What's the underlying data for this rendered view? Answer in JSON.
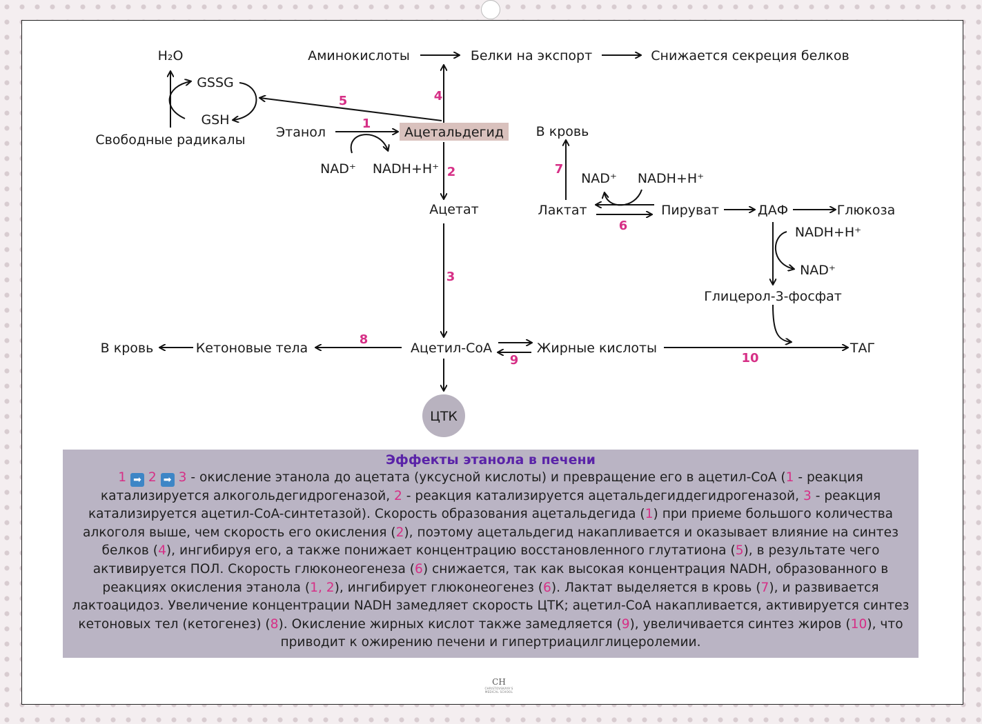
{
  "nodes": {
    "h2o": "H₂O",
    "gssg": "GSSG",
    "gsh": "GSH",
    "free_radicals": "Свободные радикалы",
    "ethanol": "Этанол",
    "acetaldehyde": "Ацетальдегид",
    "nad_1": "NAD⁺",
    "nadh_1": "NADH+H⁺",
    "amino_acids": "Аминокислоты",
    "export_proteins": "Белки на экспорт",
    "protein_secretion": "Снижается секреция белков",
    "acetate": "Ацетат",
    "to_blood_lactate": "В кровь",
    "nad_2": "NAD⁺",
    "nadh_2": "NADH+H⁺",
    "lactate": "Лактат",
    "pyruvate": "Пируват",
    "dap": "ДАФ",
    "glucose": "Глюкоза",
    "nadh_3": "NADH+H⁺",
    "nad_3": "NAD⁺",
    "glycerol_3_phosphate": "Глицерол-3-фосфат",
    "to_blood_ketones": "В кровь",
    "ketone_bodies": "Кетоновые тела",
    "acetyl_coa": "Ацетил-CoA",
    "fatty_acids": "Жирные кислоты",
    "tag": "ТАГ",
    "tca": "ЦТК"
  },
  "step_numbers": {
    "s1": "1",
    "s2": "2",
    "s3": "3",
    "s4": "4",
    "s5": "5",
    "s6": "6",
    "s7": "7",
    "s8": "8",
    "s9": "9",
    "s10": "10"
  },
  "panel": {
    "title": "Эффекты этанола в печени",
    "seq_1": "1",
    "seq_2": "2",
    "seq_3": "3",
    "seq_text": " - окисление этанола до ацетата (уксусной кислоты) и превращение его в ацетил-CoA (",
    "r1": "1",
    "t1": " - реакция катализируется алкогольдегидрогеназой, ",
    "r2": "2",
    "t2": " - реакция катализируется ацетальдегиддегидрогеназой, ",
    "r3": "3",
    "t3": " - реакция катализируется ацетил-CoA-синтетазой). Скорость образования ацетальдегида (",
    "r4": "1",
    "t4": ") при приеме большого количества алкоголя выше, чем скорость его окисления (",
    "r5": "2",
    "t5": "), поэтому ацетальдегид накапливается и оказывает влияние на синтез белков (",
    "r6": "4",
    "t6": "), ингибируя его, а также понижает концентрацию восстановленного глутатиона (",
    "r7": "5",
    "t7": "), в результате чего активируется ПОЛ. Скорость глюконеогенеза (",
    "r8": "6",
    "t8": ") снижается, так как высокая концентрация NADH, образованного в реакциях окисления этанола (",
    "r9": "1, 2",
    "t9": "), ингибирует глюконеогенез (",
    "r10": "6",
    "t10": "). Лактат выделяется в кровь (",
    "r11": "7",
    "t11": "), и развивается лактоацидоз. Увеличение концентрации NADH замедляет скорость ЦТК; ацетил-CoA накапливается, активируется синтез кетоновых тел (кетогенез) (",
    "r12": "8",
    "t12": "). Окисление жирных кислот также замедляется (",
    "r13": "9",
    "t13": "), увеличивается синтез жиров (",
    "r14": "10",
    "t14": "), что приводит к ожирению печени и гипертриацилглицеролемии."
  },
  "logo": {
    "mark": "CH",
    "text": "CHRISTOVSKAYA'S MEDICAL SCHOOL"
  },
  "colors": {
    "number_accent": "#d62f86",
    "title_purple": "#5a23a8",
    "panel_bg": "#bab4c4",
    "acetaldehyde_highlight": "#d9c1bd",
    "tca_circle": "#b8b2bf"
  }
}
